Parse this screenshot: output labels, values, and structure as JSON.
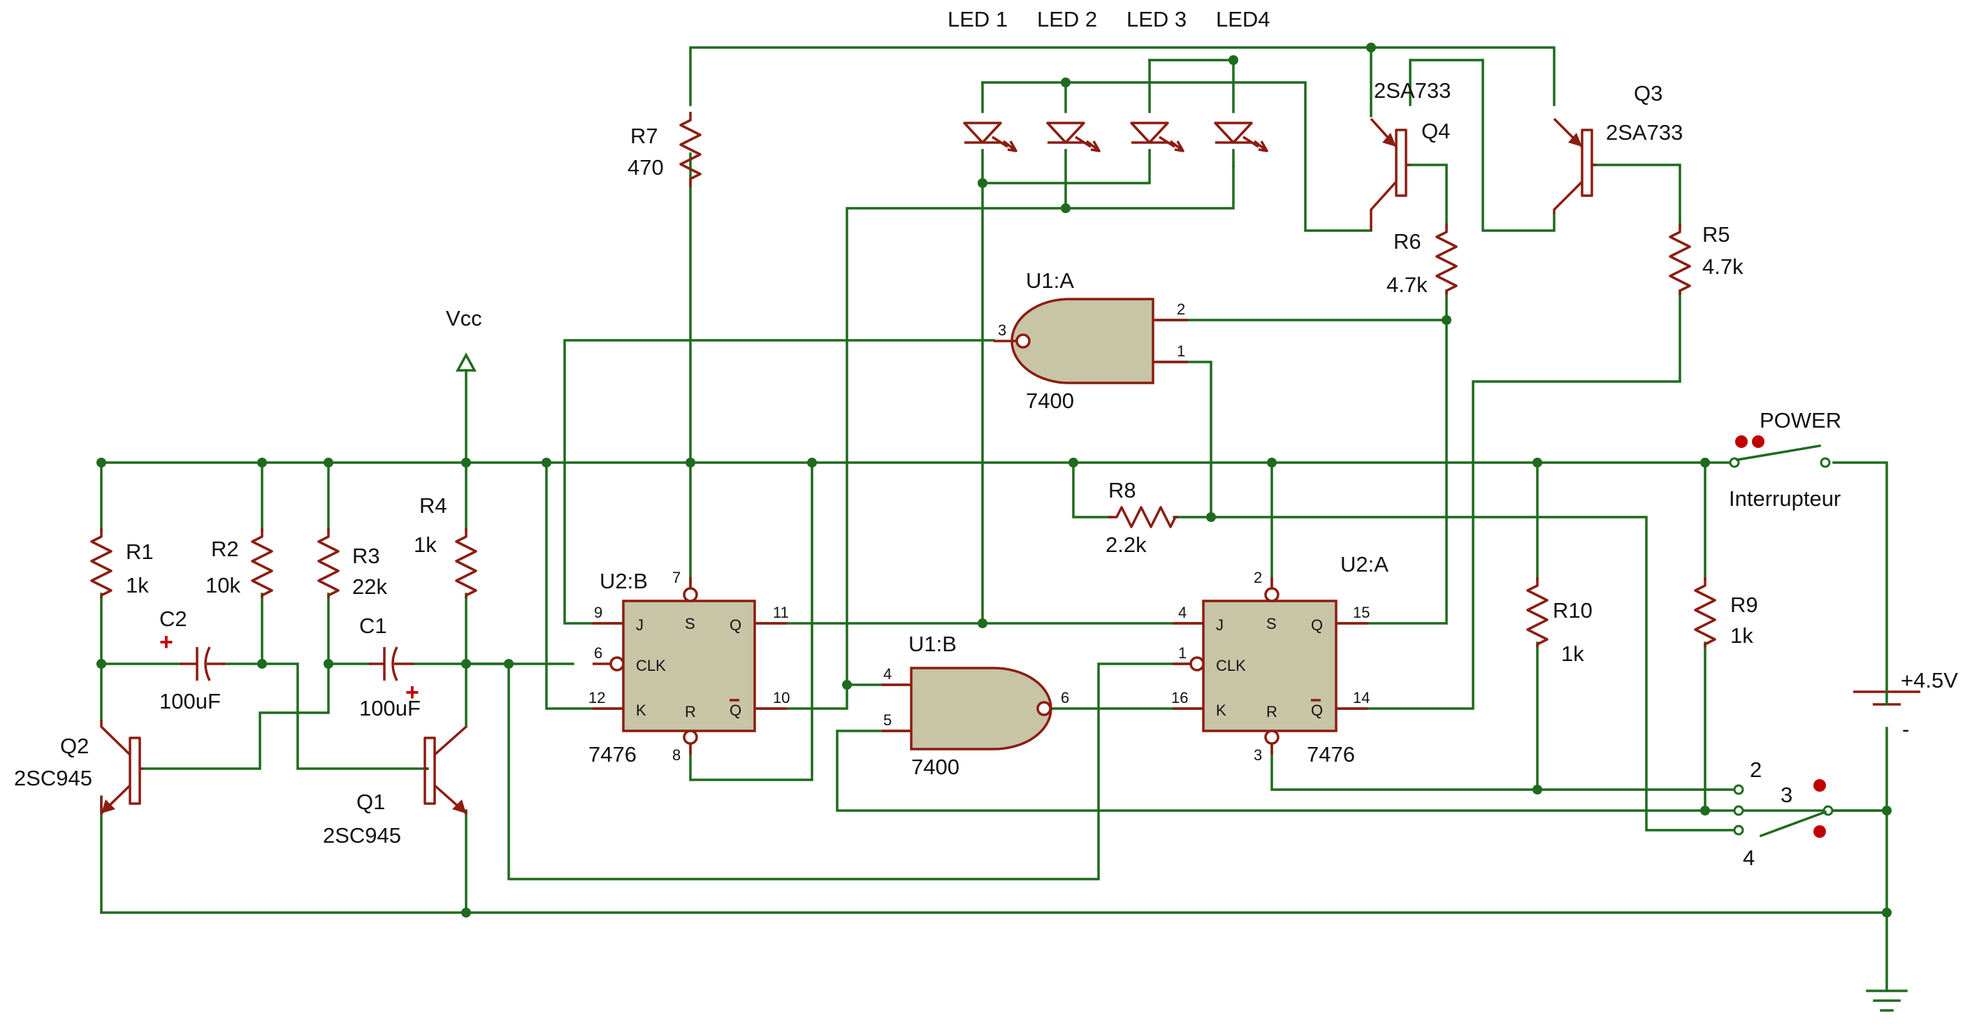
{
  "colors": {
    "wire": "#1e6b1e",
    "component": "#8b1d12",
    "gate_fill": "#c8c4a6",
    "switch_contact": "#c00000",
    "text": "#111111"
  },
  "labels": {
    "led1": "LED 1",
    "led2": "LED 2",
    "led3": "LED 3",
    "led4": "LED4",
    "q4_model": "2SA733",
    "q4": "Q4",
    "q3": "Q3",
    "q3_model": "2SA733",
    "r7": "R7",
    "r7_val": "470",
    "r6": "R6",
    "r6_val": "4.7k",
    "r5": "R5",
    "r5_val": "4.7k",
    "u1a": "U1:A",
    "u1a_chip": "7400",
    "u1b": "U1:B",
    "u1b_chip": "7400",
    "vcc": "Vcc",
    "power": "POWER",
    "interrupteur": "Interrupteur",
    "r8": "R8",
    "r8_val": "2.2k",
    "r1": "R1",
    "r1_val": "1k",
    "r2": "R2",
    "r2_val": "10k",
    "r3": "R3",
    "r3_val": "22k",
    "r4": "R4",
    "r4_val": "1k",
    "c2": "C2",
    "c2_val": "100uF",
    "c1": "C1",
    "c1_val": "100uF",
    "u2b": "U2:B",
    "u2b_chip": "7476",
    "u2a": "U2:A",
    "u2a_chip": "7476",
    "r10": "R10",
    "r10_val": "1k",
    "r9": "R9",
    "r9_val": "1k",
    "battery": "+4.5V",
    "battery_minus": "-",
    "q2": "Q2",
    "q2_model": "2SC945",
    "q1": "Q1",
    "q1_model": "2SC945",
    "sw_2": "2",
    "sw_3": "3",
    "sw_4": "4",
    "pin_j": "J",
    "pin_k": "K",
    "pin_s": "S",
    "pin_r": "R",
    "pin_q": "Q",
    "pin_qbar": "Q",
    "pin_clk": "CLK",
    "u2b_p9": "9",
    "u2b_p6": "6",
    "u2b_p12": "12",
    "u2b_p7": "7",
    "u2b_p8": "8",
    "u2b_p11": "11",
    "u2b_p10": "10",
    "u2a_p4": "4",
    "u2a_p1": "1",
    "u2a_p16": "16",
    "u2a_p2": "2",
    "u2a_p3": "3",
    "u2a_p15": "15",
    "u2a_p14": "14",
    "u1a_p3": "3",
    "u1a_p2": "2",
    "u1a_p1": "1",
    "u1b_p4": "4",
    "u1b_p5": "5",
    "u1b_p6": "6"
  }
}
